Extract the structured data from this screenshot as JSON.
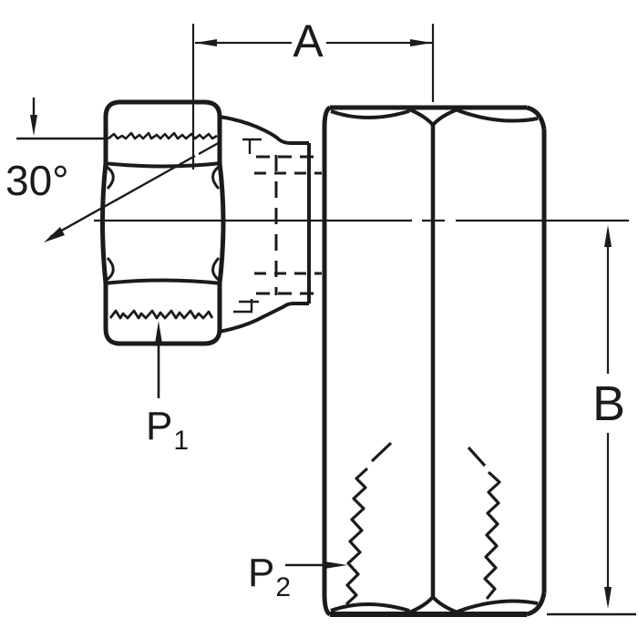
{
  "page": {
    "type": "engineering-line-drawing",
    "subject": "flare-nut tube fitting screwed into a hex port body, side view with hidden thread lines"
  },
  "labels": {
    "dimension_a": "A",
    "dimension_b": "B",
    "flare_angle": "30°",
    "port_1": {
      "symbol": "P",
      "subscript": "1"
    },
    "port_2": {
      "symbol": "P",
      "subscript": "2"
    }
  },
  "colors": {
    "ink": "#1b1b1b",
    "paper": "#ffffff"
  }
}
